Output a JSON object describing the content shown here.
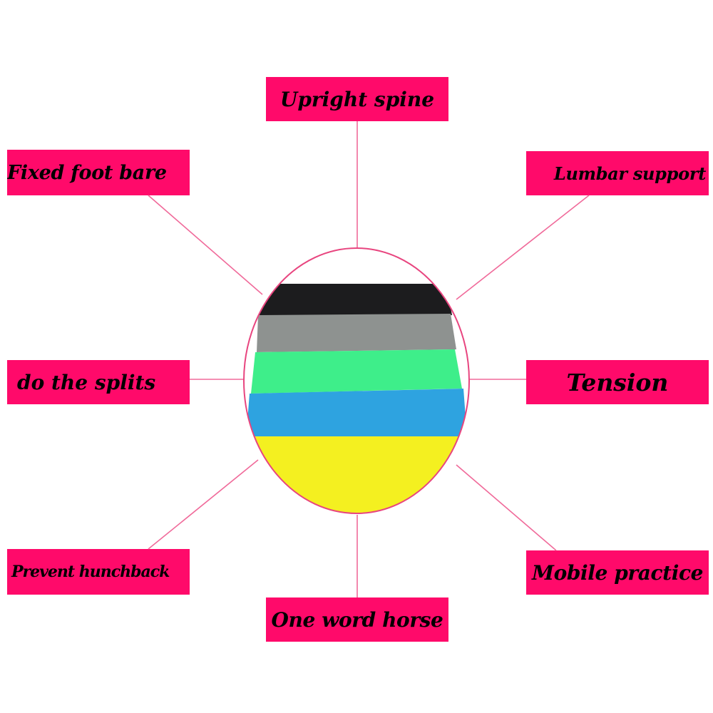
{
  "colors": {
    "label_background": "#ff0a6a",
    "connector": "#f06a9a",
    "circle_outline": "#e8457f",
    "band_black": "#1c1c1e",
    "band_grey": "#8e9290",
    "band_green": "#3eee8a",
    "band_blue": "#2ea3e0",
    "band_yellow": "#f4f020"
  },
  "center_image": {
    "subject": "resistance-loop-bands",
    "bands": [
      "black",
      "grey",
      "green",
      "blue",
      "yellow"
    ]
  },
  "labels": {
    "upright_spine": "Upright spine",
    "fixed_foot_bare": "Fixed foot bare",
    "lumbar_support": "Lumbar support",
    "do_the_splits": "do the splits",
    "tension": "Tension",
    "prevent_hunchback": "Prevent hunchback",
    "mobile_practice": "Mobile practice",
    "one_word_horse": "One word horse"
  }
}
